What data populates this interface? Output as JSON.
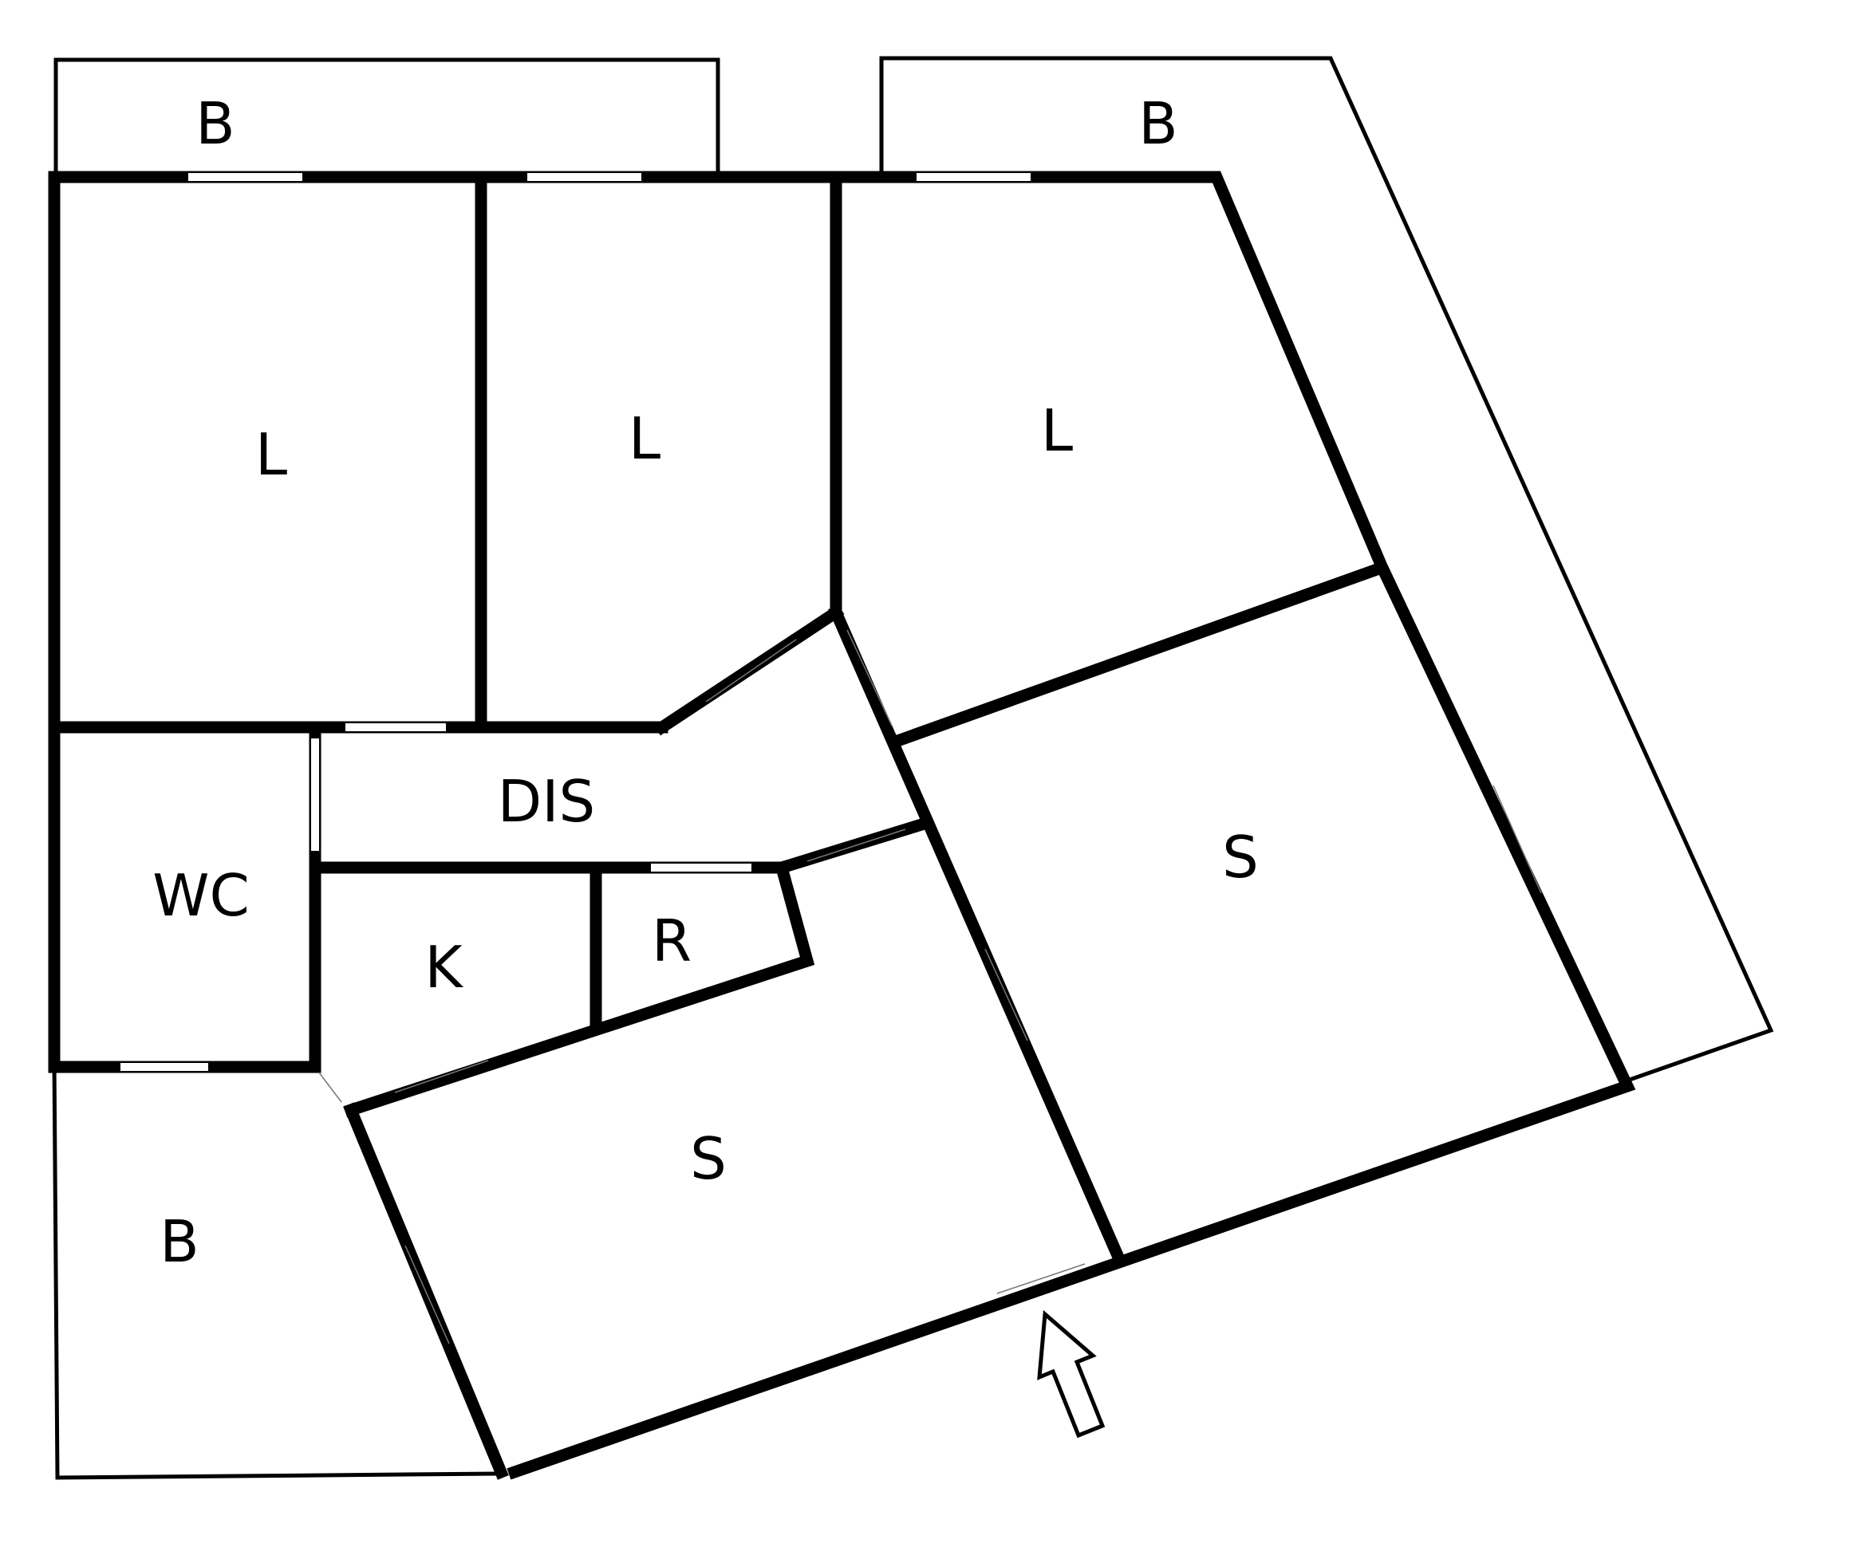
{
  "rooms": [
    {
      "id": "balcony-top-left",
      "label": "B"
    },
    {
      "id": "balcony-top-right",
      "label": "B"
    },
    {
      "id": "bedroom-left",
      "label": "L"
    },
    {
      "id": "bedroom-middle",
      "label": "L"
    },
    {
      "id": "bedroom-right",
      "label": "L"
    },
    {
      "id": "hall",
      "label": "DIS"
    },
    {
      "id": "toilet",
      "label": "WC"
    },
    {
      "id": "kitchen",
      "label": "K"
    },
    {
      "id": "storage",
      "label": "R"
    },
    {
      "id": "living-right",
      "label": "S"
    },
    {
      "id": "living-center",
      "label": "S"
    },
    {
      "id": "balcony-bottom-left",
      "label": "B"
    }
  ],
  "colors": {
    "walls": "#000000",
    "background": "#ffffff"
  },
  "entrance_marker": "arrow-icon"
}
